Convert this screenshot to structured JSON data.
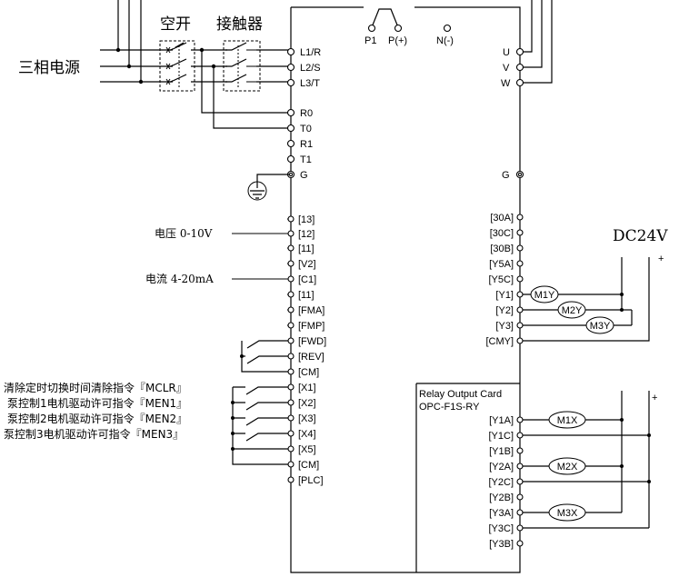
{
  "labels": {
    "power": "三相电源",
    "breaker": "空开",
    "contactor": "接触器",
    "voltage_in": "电压 0-10V",
    "current_in": "电流 4-20mA",
    "dc24": "DC24V",
    "plus": "+",
    "plus_small": "+"
  },
  "commands": [
    "清除定时切换时间清除指令『MCLR』",
    "泵控制1电机驱动许可指令『MEN1』",
    "泵控制2电机驱动许可指令『MEN2』",
    "泵控制3电机驱动许可指令『MEN3』"
  ],
  "dc_bus": [
    "P1",
    "P(+)",
    "N(-)"
  ],
  "left_terminals": [
    "L1/R",
    "L2/S",
    "L3/T",
    "R0",
    "T0",
    "R1",
    "T1",
    "G",
    "[13]",
    "[12]",
    "[11]",
    "[V2]",
    "[C1]",
    "[11]",
    "[FMA]",
    "[FMP]",
    "[FWD]",
    "[REV]",
    "[CM]",
    "[X1]",
    "[X2]",
    "[X3]",
    "[X4]",
    "[X5]",
    "[CM]",
    "[PLC]"
  ],
  "motor_terminals": [
    "U",
    "V",
    "W"
  ],
  "ground_right": "G",
  "right_terminals": [
    "[30A]",
    "[30C]",
    "[30B]",
    "[Y5A]",
    "[Y5C]",
    "[Y1]",
    "[Y2]",
    "[Y3]",
    "[CMY]"
  ],
  "relays_top": [
    "M1Y",
    "M2Y",
    "M3Y"
  ],
  "card": {
    "title1": "Relay Output Card",
    "title2": "OPC-F1S-RY",
    "terminals": [
      "[Y1A]",
      "[Y1C]",
      "[Y1B]",
      "[Y2A]",
      "[Y2C]",
      "[Y2B]",
      "[Y3A]",
      "[Y3C]",
      "[Y3B]"
    ],
    "relays": [
      "M1X",
      "M2X",
      "M3X"
    ]
  }
}
